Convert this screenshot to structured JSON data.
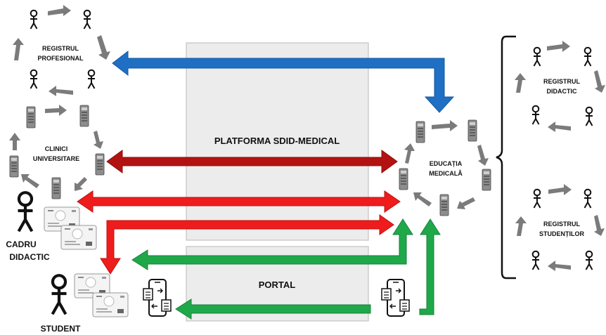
{
  "platform": {
    "title": "PLATFORMA SDID-MEDICAL"
  },
  "portal": {
    "title": "PORTAL"
  },
  "nodes": {
    "registru_profesional": [
      "REGISTRUL",
      "PROFESIONAL"
    ],
    "clinici": [
      "CLINICI",
      "UNIVERSITARE"
    ],
    "educatie": [
      "EDUCAȚIA",
      "MEDICALĂ"
    ],
    "registru_didactic": [
      "REGISTRUL",
      "DIDACTIC"
    ],
    "registru_studenti": [
      "REGISTRUL",
      "STUDENȚILOR"
    ]
  },
  "actors": {
    "cadru_didactic": [
      "CADRU",
      "DIDACTIC"
    ],
    "student": "STUDENT"
  },
  "colors": {
    "blue": "#1f6fc4",
    "dark_red": "#b31212",
    "red": "#ee1c1c",
    "green": "#1fa84a",
    "panel": "#ececec",
    "cycle_arrow": "#7b7b7b"
  },
  "icons": [
    "person-icon",
    "server-icon",
    "id-card-icon",
    "mobile-document-icon",
    "cycle-arrow-icon",
    "bracket-icon"
  ]
}
